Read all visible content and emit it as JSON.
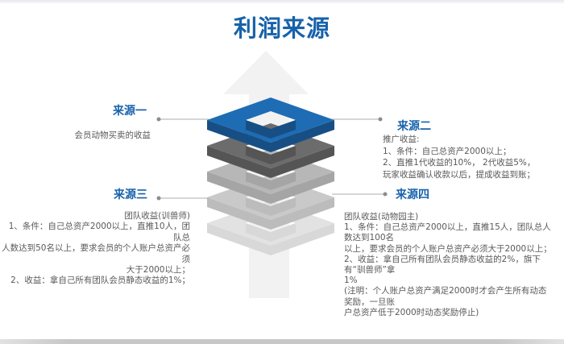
{
  "slide": {
    "title": "利润来源",
    "title_color": "#1762AB",
    "body_text_color": "#595959",
    "label_color": "#1762AB"
  },
  "sources": [
    {
      "label": "来源一",
      "desc": "会员动物买卖的收益"
    },
    {
      "label": "来源二",
      "desc": "推广收益:\n1、条件：自己总资产2000以上；\n2、直推1代收益的10%， 2代收益5%，\n玩家收益确认收款以后，提成收益到账；"
    },
    {
      "label": "来源三",
      "desc": "团队收益(训兽师)\n1、条件：自己总资产2000以上，直推10人，团队总\n人数达到50名以上，要求会员的个人账户总资产必须\n大于2000以上；\n2、收益：拿自己所有团队会员静态收益的1%；"
    },
    {
      "label": "来源四",
      "desc": "团队收益(动物园主)\n1、条件：自己总资产2000以上，直推15人，团队总人数达到100名\n以上，要求会员的个人账户总资产必须大于2000以上；\n2、收益：拿自己所有团队会员静态收益的2%，旗下有“驯兽师”拿\n1%\n(注明：个人账户总资产满足2000时才会产生所有动态奖励，一旦账\n户总资产低于2000时动态奖励停止)"
    }
  ],
  "diagram": {
    "arrow_color": "#F2F2F2",
    "connector": {
      "line_color": "#ACACAC",
      "dot_color": "#8C8C8C"
    },
    "layers": [
      {
        "name": "layer-1-blue",
        "top": "#1E6CB4",
        "side": "#174F85"
      },
      {
        "name": "layer-2-dark-gray",
        "top": "#6C6C6C",
        "side": "#555555"
      },
      {
        "name": "layer-3-gray",
        "top": "#B7B7B7",
        "side": "#A5A5A5"
      },
      {
        "name": "layer-4-light-gray",
        "top": "#C9C9C9",
        "side": "#BCBCBC"
      },
      {
        "name": "layer-5-lightest-gray",
        "top": "#E2E2E2",
        "side": "#D8D8D8"
      }
    ]
  }
}
